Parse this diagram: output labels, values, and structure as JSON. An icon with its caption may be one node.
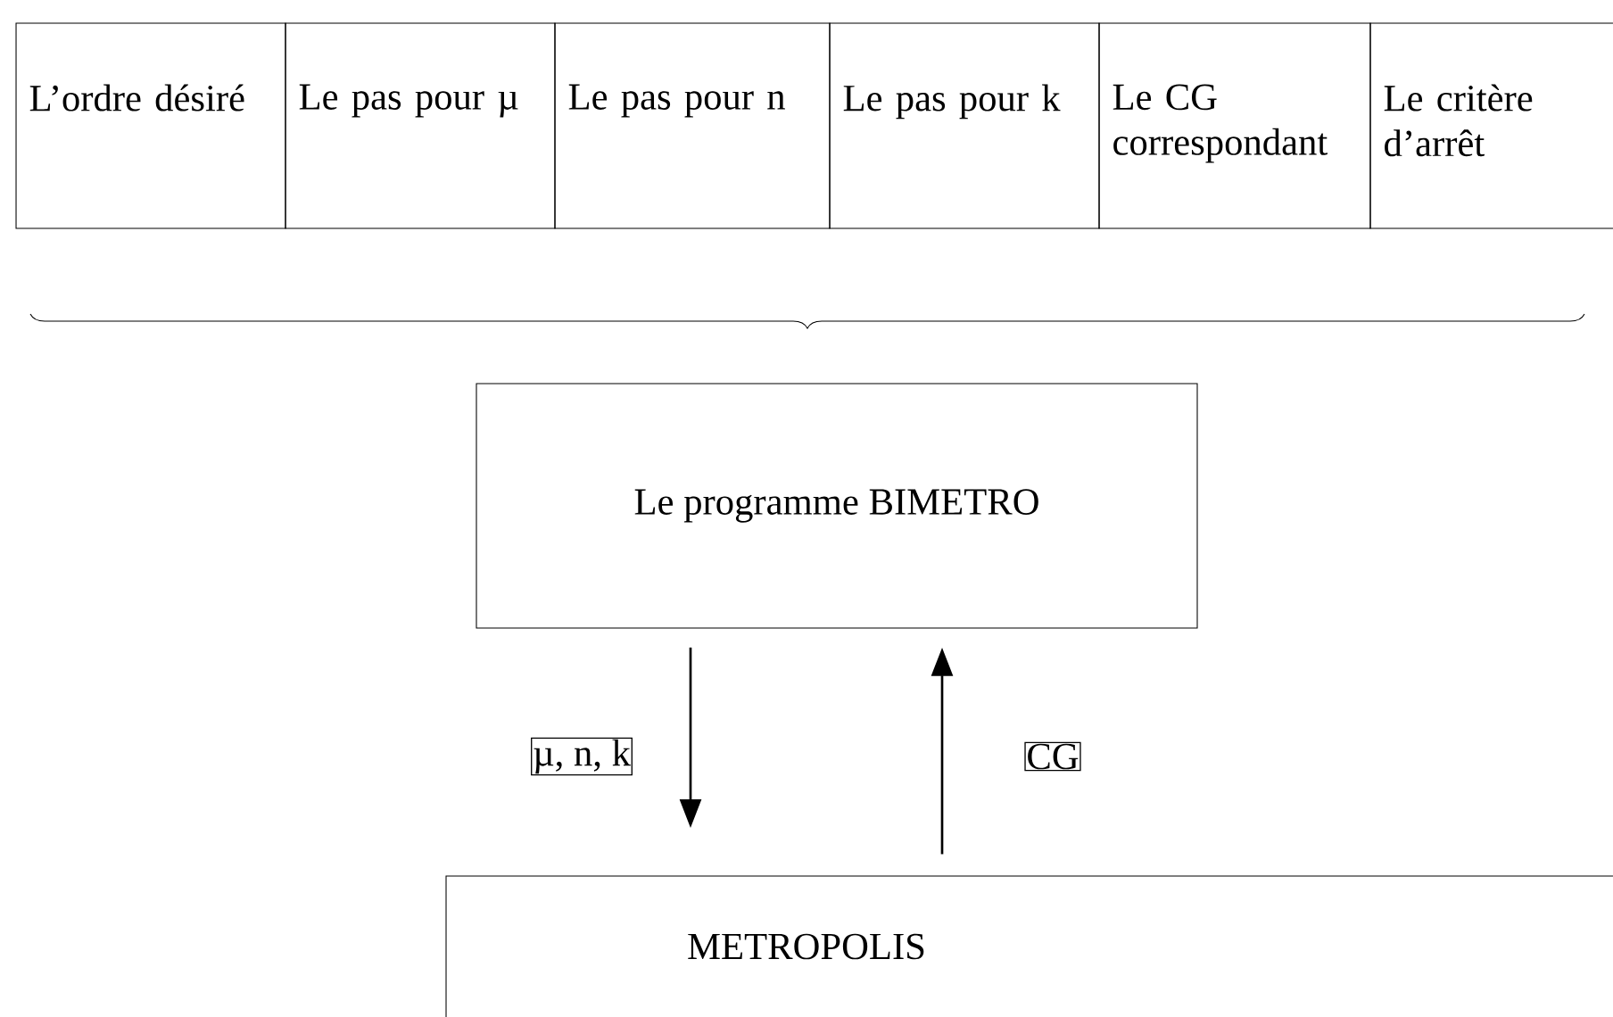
{
  "diagram": {
    "nodes": [
      {
        "text": [
          "L’ordre désiré"
        ]
      },
      {
        "text": [
          "Le pas pour µ"
        ]
      },
      {
        "text": [
          "Le pas pour n"
        ]
      },
      {
        "text": [
          "Le pas pour k"
        ]
      },
      {
        "text": [
          "Le CG correspondant"
        ]
      },
      {
        "text": [
          "Le critère d’arrêt"
        ]
      },
      {
        "text": [
          "Le programme BIMETRO"
        ]
      },
      {
        "text": [
          "METROPOLIS"
        ]
      }
    ],
    "edges": [
      {
        "from": 6,
        "to": 7,
        "arrow": "to",
        "label": "µ, n, k"
      },
      {
        "from": 7,
        "to": 6,
        "arrow": "to",
        "label": "CG"
      }
    ]
  }
}
